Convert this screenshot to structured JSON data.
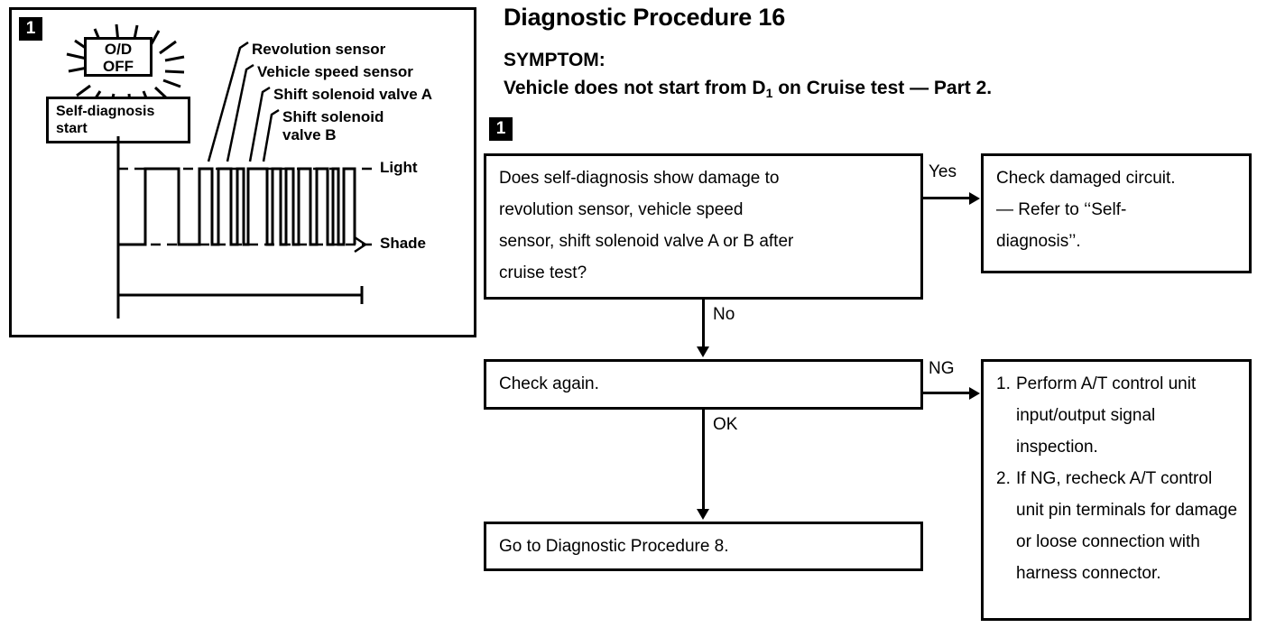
{
  "header": {
    "title": "Diagnostic Procedure 16",
    "symptom_label": "SYMPTOM:",
    "symptom_line_a": "Vehicle does not start from D",
    "symptom_sub": "1",
    "symptom_line_b": " on Cruise test — Part 2.",
    "section_badge": "1"
  },
  "illustration": {
    "badge": "1",
    "indicator": {
      "line1": "O/D",
      "line2": "OFF"
    },
    "start_box": {
      "line1": "Self-diagnosis",
      "line2": "start"
    },
    "callouts": [
      {
        "label": "Revolution sensor"
      },
      {
        "label": "Vehicle speed sensor"
      },
      {
        "label": "Shift solenoid valve A"
      },
      {
        "label": "Shift solenoid"
      },
      {
        "label": "valve B"
      }
    ],
    "axis_labels": {
      "high": "Light",
      "low": "Shade"
    }
  },
  "flowchart": {
    "box_question": {
      "lines": [
        "Does self-diagnosis show damage to",
        "revolution sensor, vehicle speed",
        "sensor, shift solenoid valve A or B after",
        "cruise test?"
      ]
    },
    "box_check_damaged": {
      "lines": [
        "Check damaged circuit.",
        "— Refer to ‘‘Self-",
        "diagnosis’’."
      ]
    },
    "box_check_again": {
      "lines": [
        "Check again."
      ]
    },
    "box_goto": {
      "lines": [
        "Go to Diagnostic Procedure 8."
      ]
    },
    "box_perform": {
      "items": [
        {
          "num": "1.",
          "text": "Perform A/T control unit input/output signal inspection."
        },
        {
          "num": "2.",
          "text": "If NG, recheck A/T control unit pin terminals for damage or loose connection with harness connector."
        }
      ]
    },
    "edges": {
      "yes": "Yes",
      "no": "No",
      "ok": "OK",
      "ng": "NG"
    }
  },
  "colors": {
    "ink": "#000000",
    "paper": "#ffffff"
  }
}
